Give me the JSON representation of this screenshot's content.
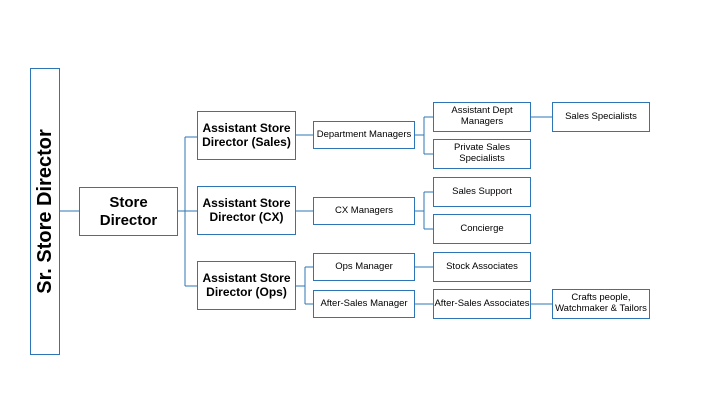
{
  "nodes": {
    "sr_director": "Sr. Store Director",
    "store_director": "Store\nDirector",
    "asd_sales": "Assistant Store\nDirector (Sales)",
    "asd_cx": "Assistant Store\nDirector (CX)",
    "asd_ops": "Assistant Store\nDirector (Ops)",
    "dept_managers": "Department Managers",
    "cx_managers": "CX Managers",
    "ops_manager": "Ops Manager",
    "after_sales_manager": "After-Sales Manager",
    "assistant_dept_managers": "Assistant Dept\nManagers",
    "private_sales_specialists": "Private Sales\nSpecialists",
    "sales_support": "Sales Support",
    "concierge": "Concierge",
    "stock_associates": "Stock Associates",
    "after_sales_associates": "After-Sales Associates",
    "sales_specialists": "Sales Specialists",
    "crafts_people": "Crafts people,\nWatchmaker & Tailors"
  },
  "colors": {
    "border": "#2e75b6",
    "background": "#ffffff"
  }
}
